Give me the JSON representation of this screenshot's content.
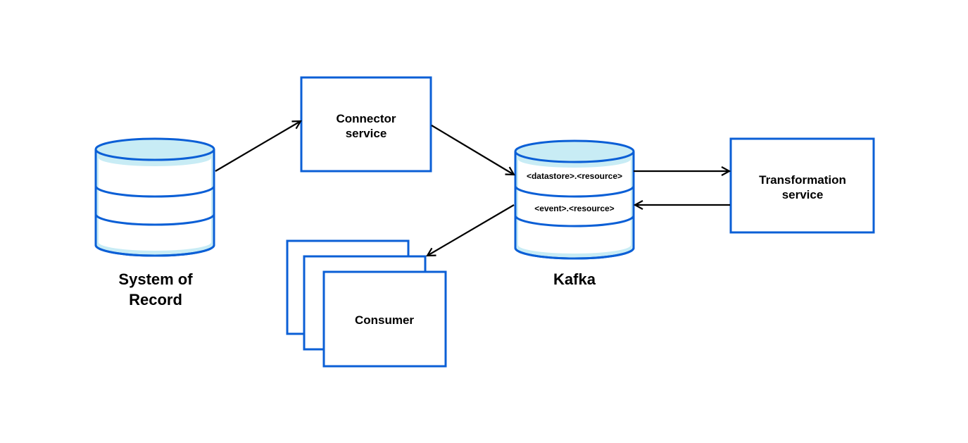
{
  "colors": {
    "stroke": "#0b5fd6",
    "fill_light": "#c8ecf5",
    "fill_white": "#ffffff",
    "arrow": "#000000"
  },
  "nodes": {
    "system_of_record": {
      "line1": "System of",
      "line2": "Record"
    },
    "connector": {
      "line1": "Connector",
      "line2": "service"
    },
    "kafka": {
      "label": "Kafka",
      "topic1": "<datastore>.<resource>",
      "topic2": "<event>.<resource>"
    },
    "transformation": {
      "line1": "Transformation",
      "line2": "service"
    },
    "consumer": {
      "label": "Consumer"
    }
  }
}
